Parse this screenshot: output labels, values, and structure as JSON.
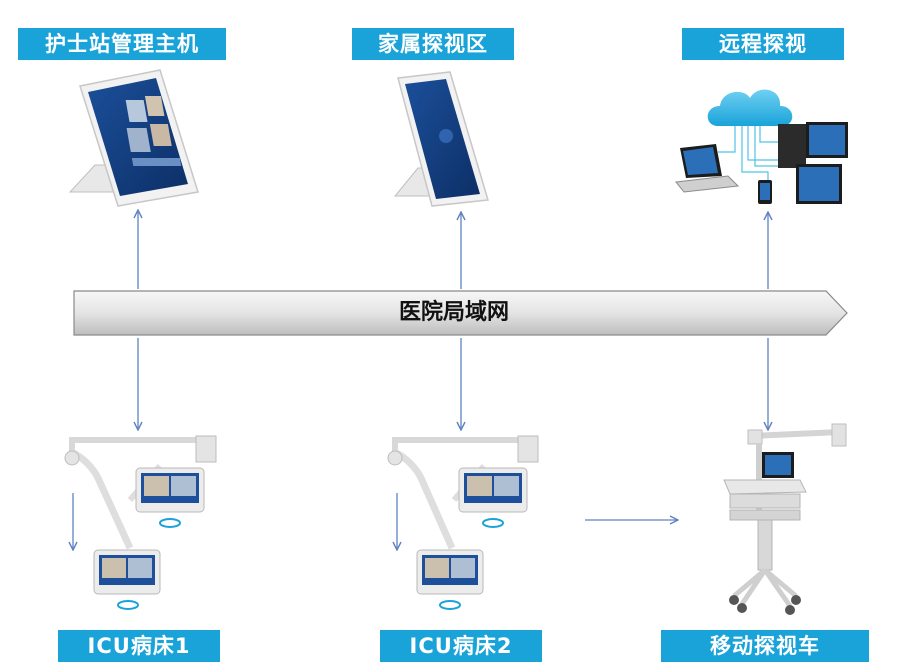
{
  "labels": {
    "nurse_station": "护士站管理主机",
    "family_area": "家属探视区",
    "remote": "远程探视",
    "bed1": "ICU病床1",
    "bed2": "ICU病床2",
    "cart": "移动探视车"
  },
  "network": {
    "label": "医院局域网"
  },
  "colors": {
    "label_bg": "#1aa3d9",
    "arrow": "#5f82c0",
    "bus_fill": "#e6e6e6"
  }
}
